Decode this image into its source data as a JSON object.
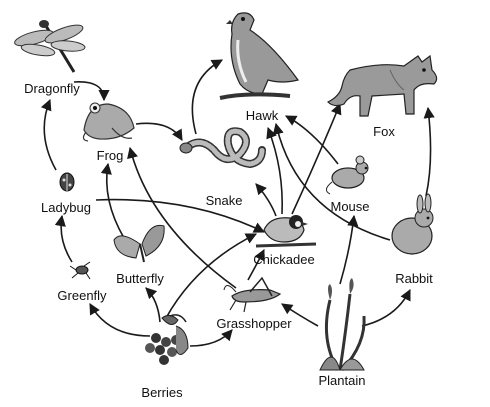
{
  "organisms": [
    {
      "id": "dragonfly",
      "label": "Dragonfly"
    },
    {
      "id": "frog",
      "label": "Frog"
    },
    {
      "id": "hawk",
      "label": "Hawk"
    },
    {
      "id": "fox",
      "label": "Fox"
    },
    {
      "id": "snake",
      "label": "Snake"
    },
    {
      "id": "ladybug",
      "label": "Ladybug"
    },
    {
      "id": "mouse",
      "label": "Mouse"
    },
    {
      "id": "chickadee",
      "label": "Chickadee"
    },
    {
      "id": "butterfly",
      "label": "Butterfly"
    },
    {
      "id": "rabbit",
      "label": "Rabbit"
    },
    {
      "id": "greenfly",
      "label": "Greenfly"
    },
    {
      "id": "grasshopper",
      "label": "Grasshopper"
    },
    {
      "id": "berries",
      "label": "Berries"
    },
    {
      "id": "plantain",
      "label": "Plantain"
    }
  ],
  "flows": [
    [
      "dragonfly",
      "frog"
    ],
    [
      "ladybug",
      "dragonfly"
    ],
    [
      "greenfly",
      "ladybug"
    ],
    [
      "berries",
      "greenfly"
    ],
    [
      "frog",
      "snake"
    ],
    [
      "snake",
      "hawk"
    ],
    [
      "butterfly",
      "frog"
    ],
    [
      "berries",
      "butterfly"
    ],
    [
      "ladybug",
      "chickadee"
    ],
    [
      "chickadee",
      "snake"
    ],
    [
      "chickadee",
      "hawk"
    ],
    [
      "chickadee",
      "fox"
    ],
    [
      "berries",
      "chickadee"
    ],
    [
      "grasshopper",
      "frog"
    ],
    [
      "grasshopper",
      "chickadee"
    ],
    [
      "berries",
      "grasshopper"
    ],
    [
      "plantain",
      "grasshopper"
    ],
    [
      "plantain",
      "mouse"
    ],
    [
      "plantain",
      "rabbit"
    ],
    [
      "mouse",
      "hawk"
    ],
    [
      "rabbit",
      "hawk"
    ],
    [
      "rabbit",
      "fox"
    ]
  ]
}
